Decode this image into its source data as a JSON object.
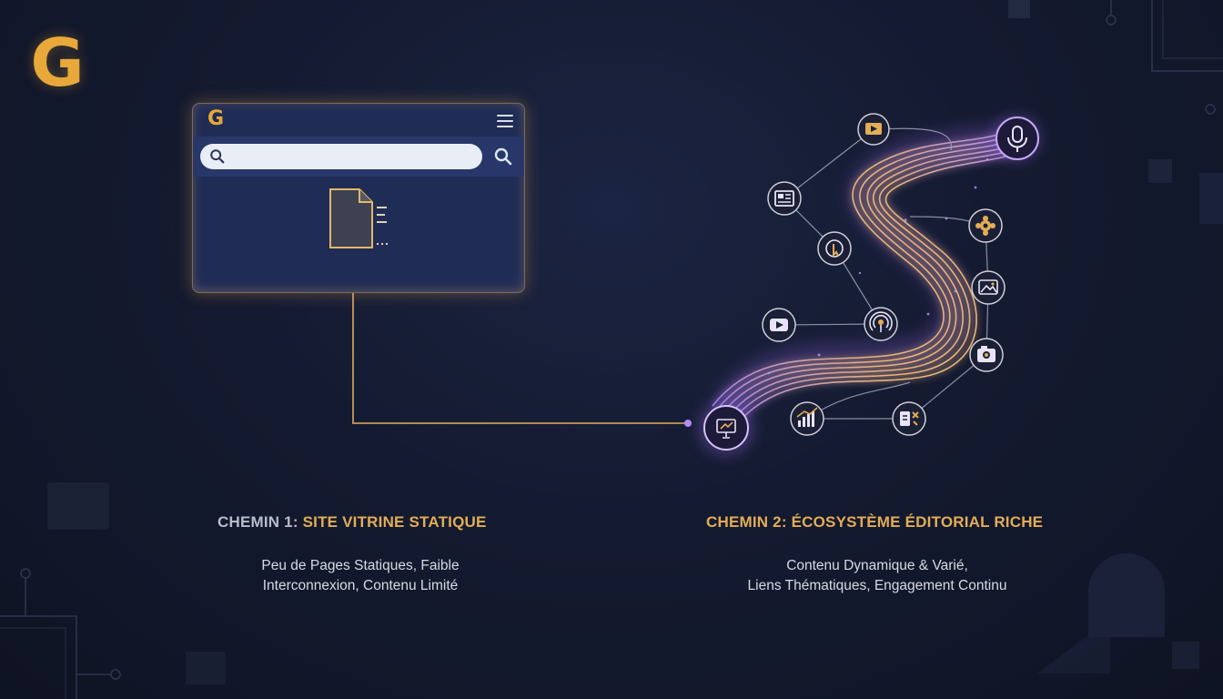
{
  "logo": {
    "letter": "G"
  },
  "browser": {
    "logo_letter": "G",
    "search": {
      "value": "",
      "placeholder": ""
    }
  },
  "path1": {
    "title_prefix": "CHEMIN 1: ",
    "title_rest": "SITE VITRINE STATIQUE",
    "line1": "Peu de Pages Statiques, Faible",
    "line2": "Interconnexion, Contenu Limité"
  },
  "path2": {
    "title": "CHEMIN 2: ÉCOSYSTÈME ÉDITORIAL RICHE",
    "line1": "Contenu Dynamique & Varié,",
    "line2": "Liens Thématiques, Engagement Continu"
  },
  "colors": {
    "gold": "#e3ad56",
    "purple": "#a77ff0",
    "background": "#141a30",
    "browser": "#1f2c55"
  },
  "nodes": [
    {
      "icon": "video-icon"
    },
    {
      "icon": "microphone-icon"
    },
    {
      "icon": "news-article-icon"
    },
    {
      "icon": "settings-gear-icon"
    },
    {
      "icon": "pointer-badge-icon"
    },
    {
      "icon": "image-gallery-icon"
    },
    {
      "icon": "video-play-icon"
    },
    {
      "icon": "podcast-icon"
    },
    {
      "icon": "camera-icon"
    },
    {
      "icon": "analytics-chart-icon"
    },
    {
      "icon": "tools-icon"
    },
    {
      "icon": "presentation-icon"
    }
  ]
}
